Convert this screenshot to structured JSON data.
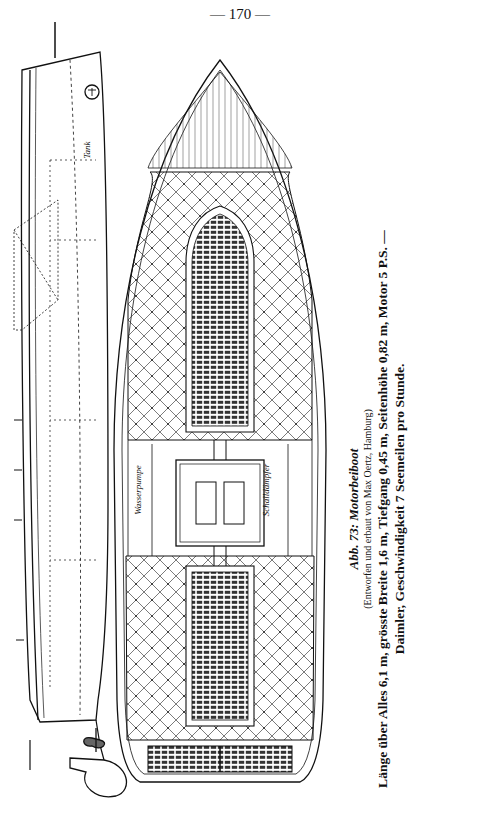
{
  "diagram": {
    "caption": "Abb. 73: Motorbeiboot",
    "labels": [
      "— 170 —",
      "(Entworfen und erbaut von Max Oertz, Hamburg)",
      "Länge über Alles 6,1 m, grösste Breite 1,6 m, Tiefgang 0,45 m, Seitenhöhe 0,82 m, Motor 5 P.S. — Daimler, Geschwindigkeit 7 Seemeilen pro Stunde.",
      "Tank",
      "Wasserpumpe",
      "Schalldämpfer"
    ]
  }
}
